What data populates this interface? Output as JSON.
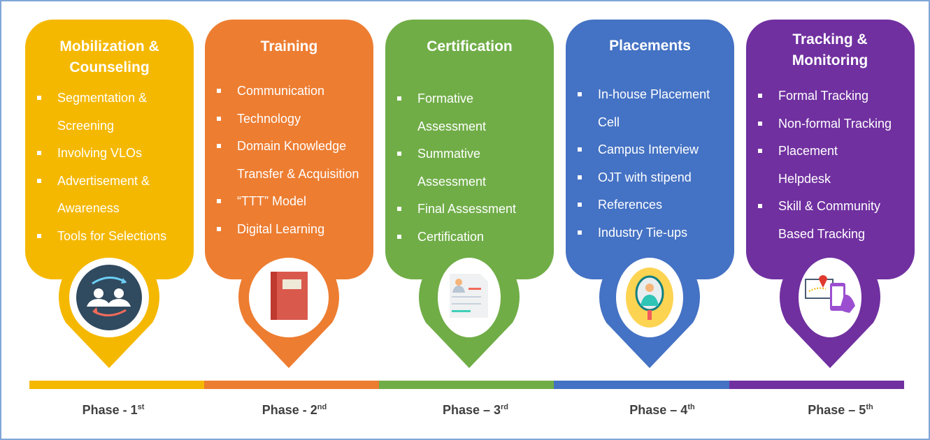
{
  "colors": {
    "phase1": "#f5b800",
    "phase2": "#ed7d31",
    "phase3": "#70ad47",
    "phase4": "#4472c4",
    "phase5": "#7030a0"
  },
  "phases": [
    {
      "title": "Mobilization & Counseling",
      "items": [
        "Segmentation &",
        "Screening",
        "Involving VLOs",
        "Advertisement &",
        "Awareness",
        "Tools for Selections"
      ],
      "icon": "people-exchange-icon",
      "label": "Phase - 1",
      "sup": "st"
    },
    {
      "title": "Training",
      "items": [
        "Communication",
        "Technology",
        "Domain Knowledge",
        "Transfer & Acquisition",
        "“TTT” Model",
        "Digital Learning"
      ],
      "icon": "book-icon",
      "label": "Phase - 2",
      "sup": "nd"
    },
    {
      "title": "Certification",
      "items": [
        "Formative",
        "Assessment",
        "Summative",
        "Assessment",
        "Final Assessment",
        "Certification"
      ],
      "icon": "certificate-document-icon",
      "label": "Phase – 3",
      "sup": "rd"
    },
    {
      "title": "Placements",
      "items": [
        "In-house Placement",
        "Cell",
        "Campus Interview",
        "OJT with stipend",
        "References",
        "Industry Tie-ups"
      ],
      "icon": "candidate-search-icon",
      "label": "Phase – 4",
      "sup": "th"
    },
    {
      "title": "Tracking & Monitoring",
      "items": [
        "Formal Tracking",
        "Non-formal Tracking",
        "Placement",
        "Helpdesk",
        "Skill & Community",
        "Based Tracking"
      ],
      "icon": "map-phone-tracking-icon",
      "label": "Phase – 5",
      "sup": "th"
    }
  ]
}
